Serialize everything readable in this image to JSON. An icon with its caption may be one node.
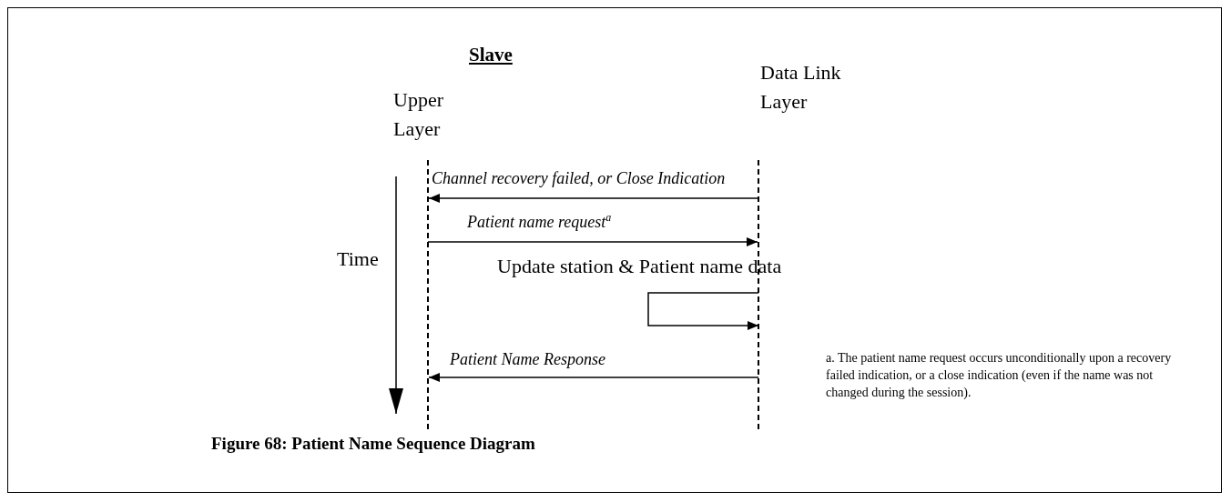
{
  "diagram": {
    "title": "Slave",
    "caption": "Figure 68: Patient Name Sequence Diagram",
    "nodes": [
      {
        "text": [
          "Upper Layer"
        ]
      },
      {
        "text": [
          "Data Link Layer"
        ]
      }
    ],
    "edges": [
      {
        "from": 1,
        "to": 0,
        "arrow": "to",
        "label": "Channel recovery failed, or Close Indication"
      },
      {
        "from": 0,
        "to": 1,
        "arrow": "to",
        "label": "Patient name request$^{a}$"
      },
      {
        "from": 1,
        "to": 1,
        "arrow": "to",
        "label": "Update station & Patient name data"
      },
      {
        "from": 1,
        "to": 0,
        "arrow": "to",
        "label": "Patient Name Response"
      }
    ],
    "labels": [
      "Time",
      "a. The patient name request occurs unconditionally upon a recovery failed indication, or a close indication (even if the name was not changed during the session)."
    ]
  }
}
